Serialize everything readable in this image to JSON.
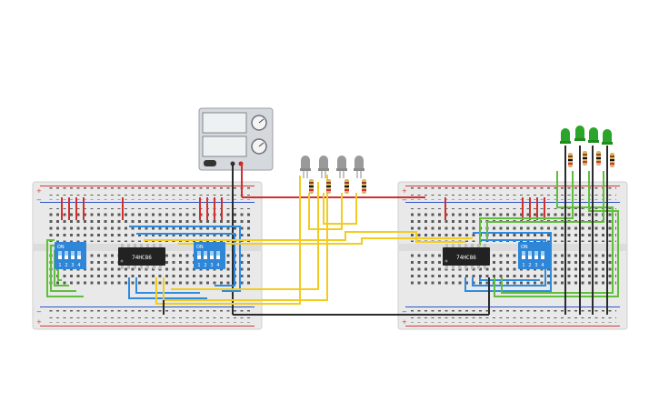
{
  "chips": {
    "left": {
      "label": "74HC86"
    },
    "right": {
      "label": "74HC86"
    }
  },
  "dip_switch": {
    "on_label": "ON",
    "positions": [
      "1",
      "2",
      "3",
      "4"
    ]
  },
  "colors": {
    "breadboard": "#e9e9e9",
    "rail_red": "#d23a3a",
    "rail_blue": "#2d55c7",
    "wire_red": "#d32f2f",
    "wire_black": "#2b2b2b",
    "wire_yellow": "#f2cc1f",
    "wire_blue": "#2f8be0",
    "wire_green": "#5fbf3a",
    "dip_switch": "#2f86d6",
    "chip": "#222222",
    "led_off": "#9a9a9a",
    "led_green": "#2aa52a",
    "power_supply": "#d5d8dc"
  },
  "icons": [
    "power-supply-icon",
    "knob-icon",
    "led-icon",
    "resistor-icon",
    "dip-switch-icon",
    "ic-chip-icon"
  ]
}
